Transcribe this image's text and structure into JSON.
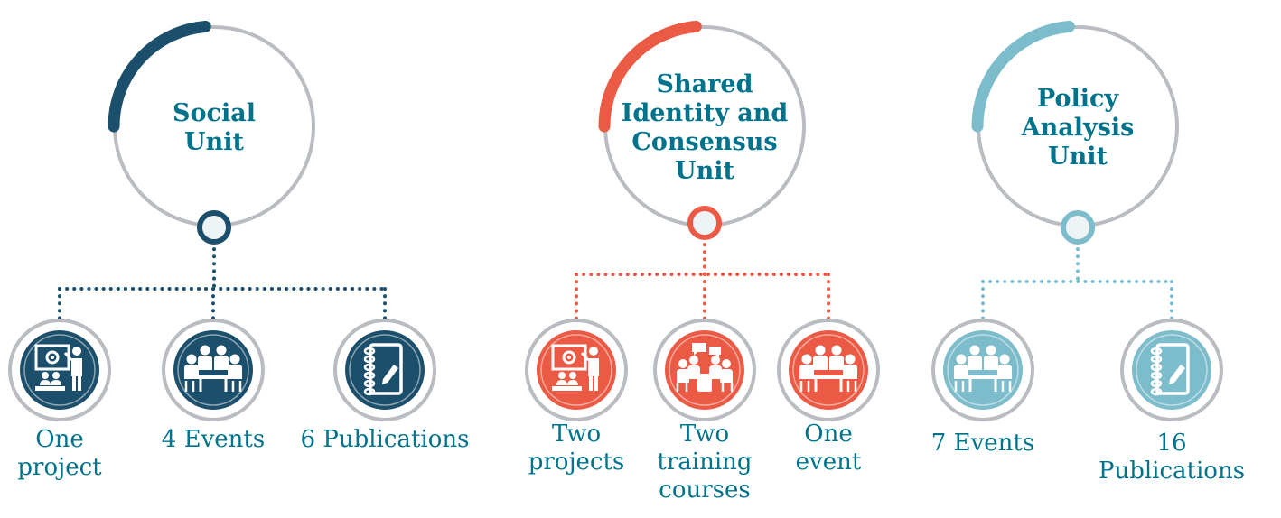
{
  "colors": {
    "social": "#1c4f6b",
    "shared": "#ea5a45",
    "policy": "#7cbccb",
    "ring": "#b9bcc0",
    "title": "#00738c"
  },
  "units": [
    {
      "title_lines": [
        "Social",
        "Unit"
      ],
      "items": [
        {
          "icon": "presentation-icon",
          "label": "One\nproject"
        },
        {
          "icon": "meeting-icon",
          "label": "4 Events"
        },
        {
          "icon": "publication-icon",
          "label": "6 Publications"
        }
      ]
    },
    {
      "title_lines": [
        "Shared",
        "Identity and",
        "Consensus",
        "Unit"
      ],
      "items": [
        {
          "icon": "presentation-icon",
          "label": "Two\nprojects"
        },
        {
          "icon": "training-icon",
          "label": "Two\ntraining\ncourses"
        },
        {
          "icon": "meeting-icon",
          "label": "One\nevent"
        }
      ]
    },
    {
      "title_lines": [
        "Policy",
        "Analysis",
        "Unit"
      ],
      "items": [
        {
          "icon": "meeting-icon",
          "label": "7 Events"
        },
        {
          "icon": "publication-icon",
          "label": "16 Publications"
        }
      ]
    }
  ]
}
